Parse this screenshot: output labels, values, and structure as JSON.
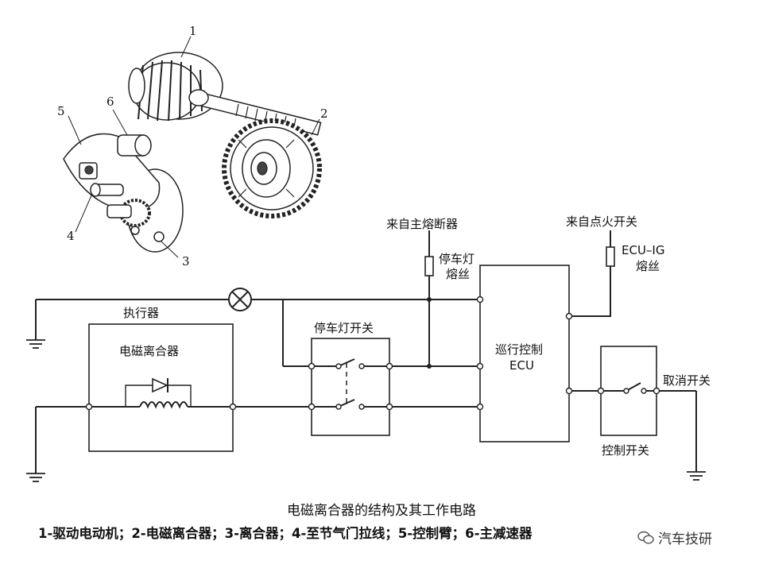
{
  "labels": {
    "actuator": "执行器",
    "em_clutch": "电磁离合器",
    "brake_switch": "停车灯开关",
    "from_main_fuse": "来自主熔断器",
    "brake_fuse_l1": "停车灯",
    "brake_fuse_l2": "熔丝",
    "from_ignition": "来自点火开关",
    "ecu_ig_fuse_l1": "ECU–IG",
    "ecu_ig_fuse_l2": "熔丝",
    "cruise_ecu_l1": "巡行控制",
    "cruise_ecu_l2": "ECU",
    "cancel_switch": "取消开关",
    "control_switch": "控制开关"
  },
  "part_numbers": [
    "1",
    "2",
    "3",
    "4",
    "5",
    "6"
  ],
  "caption": {
    "title": "电磁离合器的结构及其工作电路",
    "legend": "1-驱动电动机；2-电磁离合器；3-离合器；4-至节气门拉线；5-控制臂；6-主减速器"
  },
  "watermark": {
    "text": "汽车技研",
    "icon": "wechat-logo-icon"
  }
}
